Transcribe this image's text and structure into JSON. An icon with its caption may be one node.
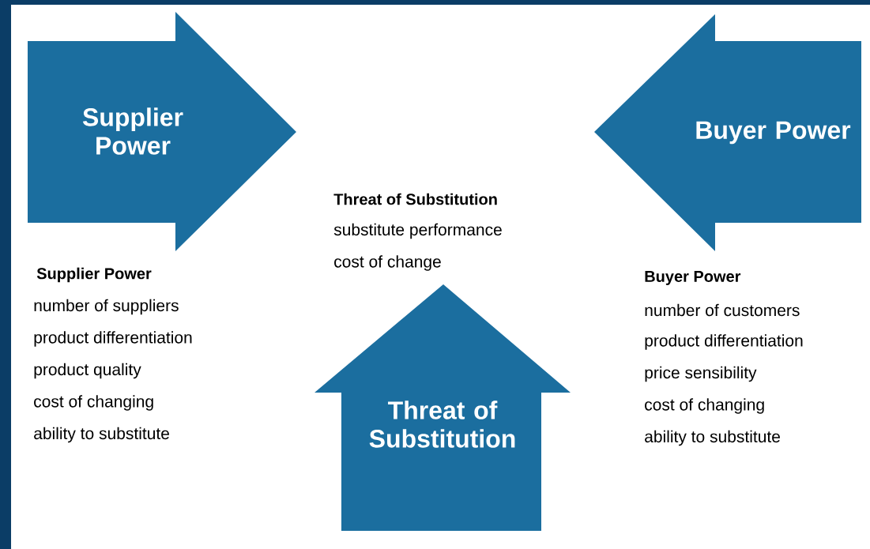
{
  "diagram": {
    "nodes": [
      {
        "text": [
          "Supplier Power"
        ],
        "beside": [
          "Supplier Power",
          "number of suppliers",
          "product differentiation",
          "product quality",
          "cost of changing",
          "ability to substitute"
        ]
      },
      {
        "text": [
          "Buyer Power"
        ],
        "beside": [
          "Buyer Power",
          "number of customers",
          "product differentiation",
          "price sensibility",
          "cost of changing",
          "ability to substitute"
        ]
      },
      {
        "text": [
          "Threat of Substitution"
        ],
        "beside": [
          "Threat of Substitution",
          "substitute performance",
          "cost of change"
        ]
      }
    ]
  }
}
